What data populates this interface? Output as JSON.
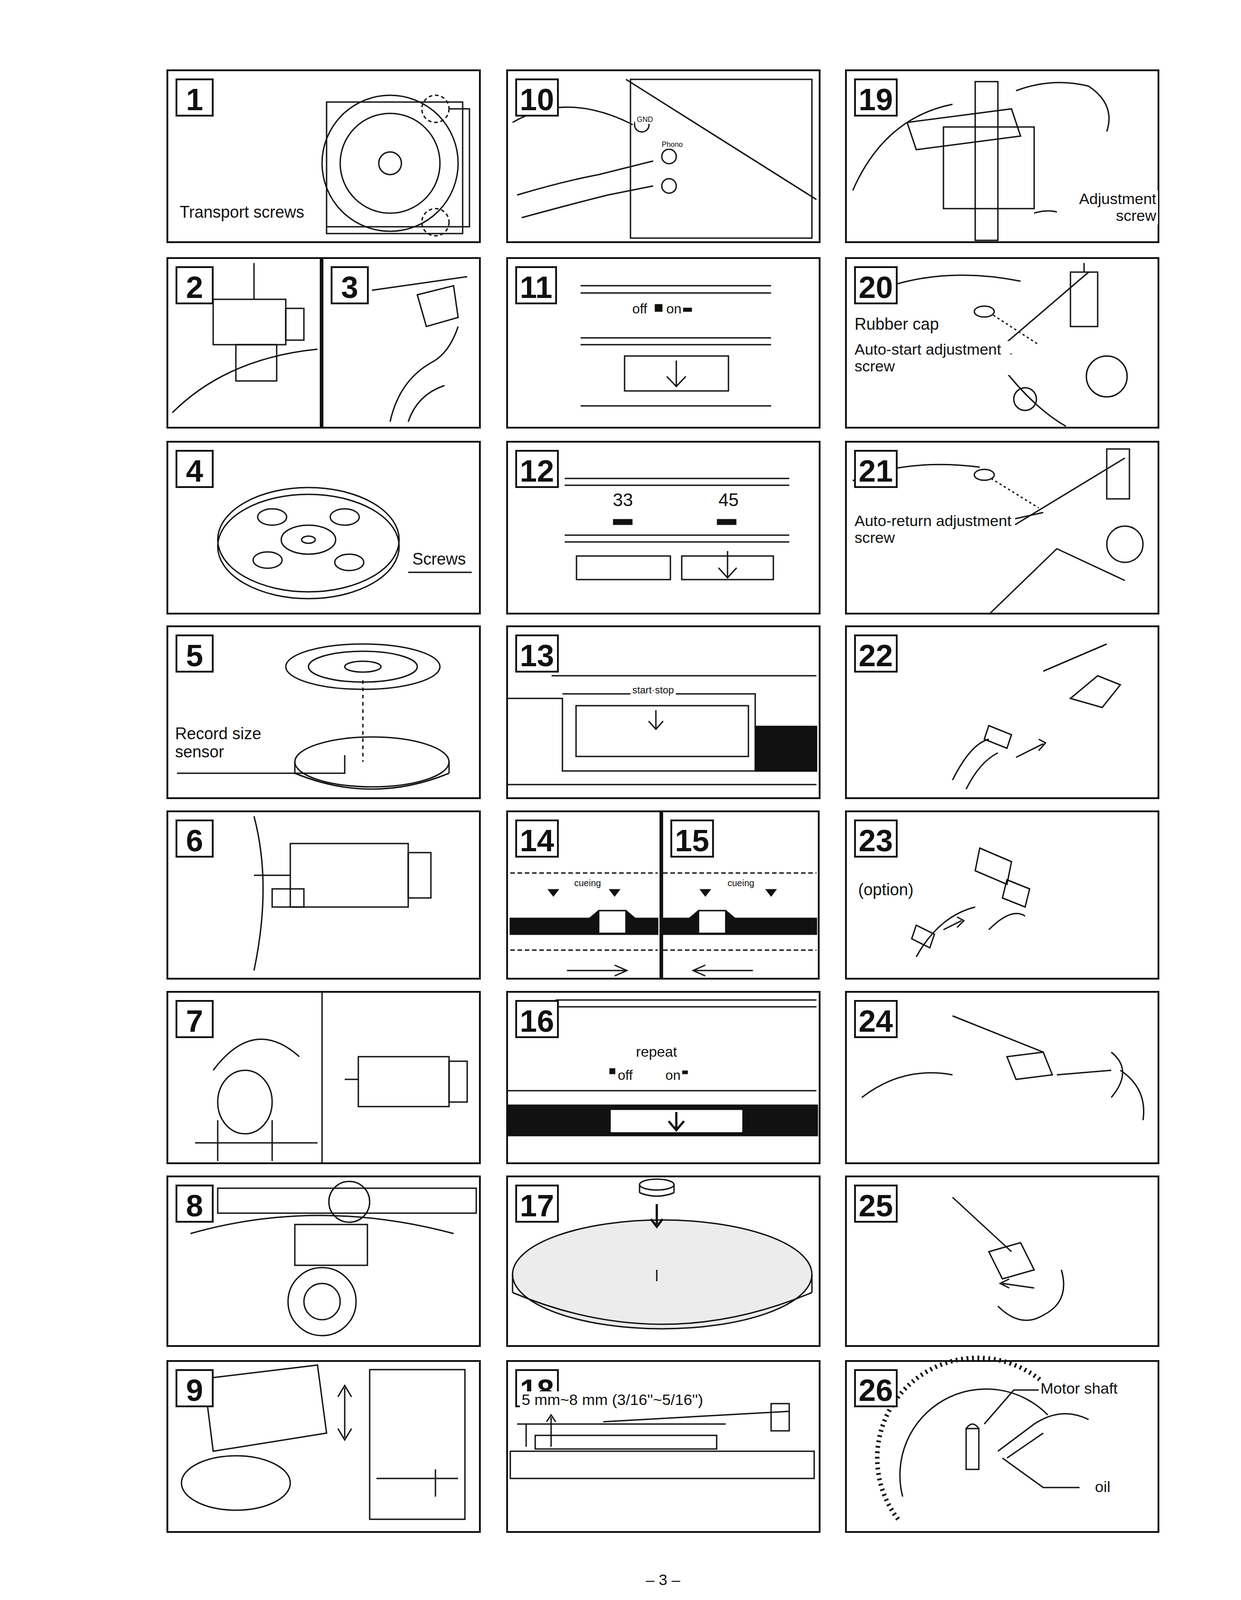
{
  "diagram": {
    "nodes": [
      {
        "text": [
          "1"
        ]
      },
      {
        "text": [
          "2"
        ]
      },
      {
        "text": [
          "3"
        ]
      },
      {
        "text": [
          "4"
        ]
      },
      {
        "text": [
          "5"
        ]
      },
      {
        "text": [
          "6"
        ]
      },
      {
        "text": [
          "7"
        ]
      },
      {
        "text": [
          "8"
        ]
      },
      {
        "text": [
          "9"
        ]
      },
      {
        "text": [
          "10"
        ]
      },
      {
        "text": [
          "11"
        ]
      },
      {
        "text": [
          "12"
        ]
      },
      {
        "text": [
          "13"
        ]
      },
      {
        "text": [
          "14"
        ]
      },
      {
        "text": [
          "15"
        ]
      },
      {
        "text": [
          "16"
        ]
      },
      {
        "text": [
          "17"
        ]
      },
      {
        "text": [
          "18"
        ]
      },
      {
        "text": [
          "19"
        ]
      },
      {
        "text": [
          "20"
        ]
      },
      {
        "text": [
          "21"
        ]
      },
      {
        "text": [
          "22"
        ]
      },
      {
        "text": [
          "23"
        ]
      },
      {
        "text": [
          "24"
        ]
      },
      {
        "text": [
          "25"
        ]
      },
      {
        "text": [
          "26"
        ]
      }
    ],
    "labels": [
      "Transport screws",
      "Screws",
      "Record size sensor",
      "Adjustment screw",
      "Rubber cap",
      "Auto-start adjustment screw",
      "Auto-return adjustment screw",
      "(option)",
      "Motor shaft",
      "oil",
      "off",
      "on",
      "33",
      "45",
      "start·stop",
      "cueing",
      "cueing",
      "repeat",
      "off",
      "on",
      "5 mm~8 mm (3/16''~5/16'')",
      "– 3 –",
      "GND",
      "Phono"
    ]
  }
}
